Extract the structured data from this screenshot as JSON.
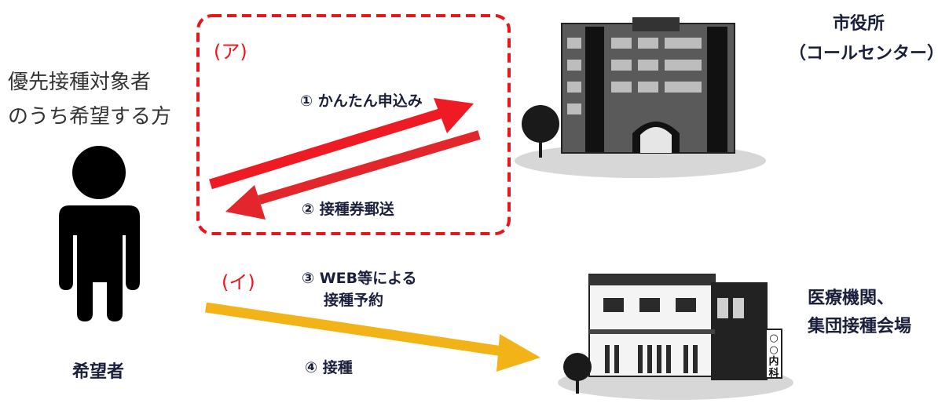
{
  "target_group": {
    "line1": "優先接種対象者",
    "line2": "のうち希望する方"
  },
  "applicant": {
    "label": "希望者"
  },
  "city_hall": {
    "line1": "市役所",
    "line2": "（コールセンター）"
  },
  "medical": {
    "line1": "医療機関、",
    "line2": "集団接種会場",
    "sign": "○○内科"
  },
  "section_a": {
    "label": "(ア)"
  },
  "section_i": {
    "label": "(イ)"
  },
  "steps": {
    "s1": "① かんたん申込み",
    "s2": "② 接種券郵送",
    "s3_line1": "③ WEB等による",
    "s3_line2": "接種予約",
    "s4": "④ 接種"
  },
  "colors": {
    "red_arrow": "#ee1b24",
    "red_arrow_2": "#e2262c",
    "yellow_arrow": "#f2b318",
    "dashed_box": "#e8161b"
  }
}
